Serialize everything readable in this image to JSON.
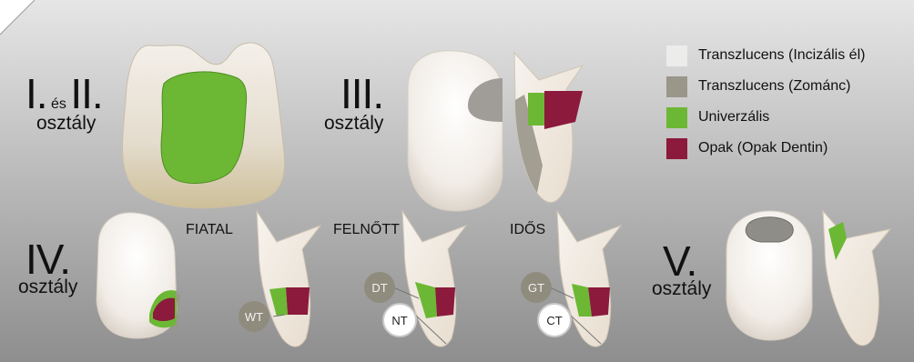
{
  "classes": {
    "class_1_2": {
      "roman_1": "I.",
      "es": "és",
      "roman_2": "II.",
      "osztaly": "osztály"
    },
    "class_3": {
      "roman": "III.",
      "osztaly": "osztály"
    },
    "class_4": {
      "roman": "IV.",
      "osztaly": "osztály"
    },
    "class_5": {
      "roman": "V.",
      "osztaly": "osztály"
    }
  },
  "stages": {
    "fiatal": "FIATAL",
    "felnott": "FELNŐTT",
    "idos": "IDŐS"
  },
  "legend": [
    {
      "label": "Transzlucens (Incizális él)",
      "color": "#ececea"
    },
    {
      "label": "Transzlucens (Zománc)",
      "color": "#9a968a"
    },
    {
      "label": "Univerzális",
      "color": "#6cb834"
    },
    {
      "label": "Opak (Opak Dentin)",
      "color": "#8b1a3c"
    }
  ],
  "bubbles": {
    "wt": "WT",
    "dt": "DT",
    "nt": "NT",
    "gt": "GT",
    "ct": "CT"
  },
  "colors": {
    "background_top": "#ffffff",
    "background_mid": "#b9b9b9",
    "background_bottom": "#8e8e8e",
    "universal": "#6cb834",
    "opaque": "#8b1a3c",
    "enamel": "#9a968a",
    "incisal": "#ececea"
  }
}
